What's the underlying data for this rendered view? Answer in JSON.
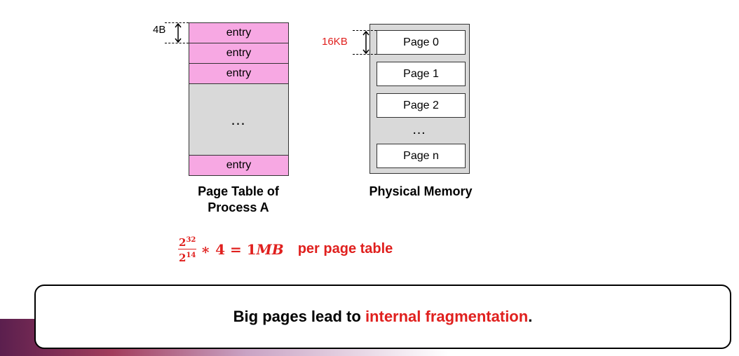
{
  "page_table": {
    "size_label": "4B",
    "entries": [
      "entry",
      "entry",
      "entry",
      "entry"
    ],
    "ellipsis": "…",
    "caption_line1": "Page Table of",
    "caption_line2": "Process A"
  },
  "physical_memory": {
    "size_label": "16KB",
    "pages": [
      "Page 0",
      "Page 1",
      "Page 2",
      "Page n"
    ],
    "ellipsis": "…",
    "caption": "Physical Memory"
  },
  "formula": {
    "numerator_base": "2",
    "numerator_exp": "32",
    "denominator_base": "2",
    "denominator_exp": "14",
    "expression": "∗ 4 = 1",
    "unit": "MB",
    "suffix": "per page table"
  },
  "callout": {
    "prefix": "Big pages lead to ",
    "highlight": "internal fragmentation",
    "suffix": "."
  },
  "colors": {
    "entry_fill": "#f7a8e3",
    "gray_fill": "#d9d9d9",
    "accent_red": "#e0201e"
  }
}
